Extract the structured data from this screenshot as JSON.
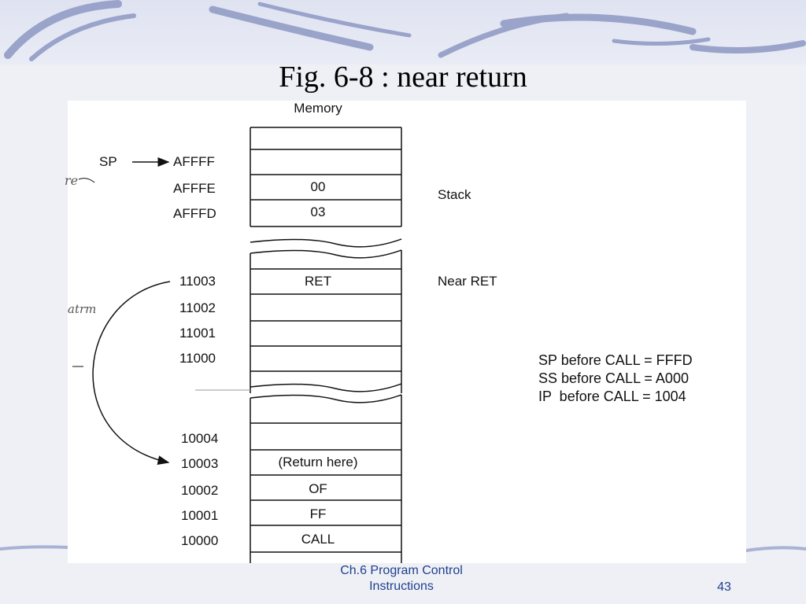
{
  "slide": {
    "title": "Fig. 6-8 : near return",
    "footer_line1": "Ch.6 Program Control",
    "footer_line2": "Instructions",
    "page_number": "43"
  },
  "diagram": {
    "memory_header": "Memory",
    "sp_pointer_label": "SP",
    "stack_label": "Stack",
    "near_ret_label": "Near RET",
    "stack_addresses": [
      "AFFFF",
      "AFFFE",
      "AFFFD"
    ],
    "stack_values": [
      "",
      "00",
      "03"
    ],
    "code_addresses_high": [
      "11003",
      "11002",
      "11001",
      "11000"
    ],
    "code_values_high": [
      "RET",
      "",
      "",
      ""
    ],
    "code_addresses_low": [
      "10004",
      "10003",
      "10002",
      "10001",
      "10000"
    ],
    "code_values_low": [
      "",
      "(Return here)",
      "OF",
      "FF",
      "CALL"
    ],
    "notes": [
      "SP before CALL = FFFD",
      "SS before CALL = A000",
      "IP  before CALL = 1004"
    ],
    "handwritten": [
      "re",
      "atrm"
    ]
  }
}
